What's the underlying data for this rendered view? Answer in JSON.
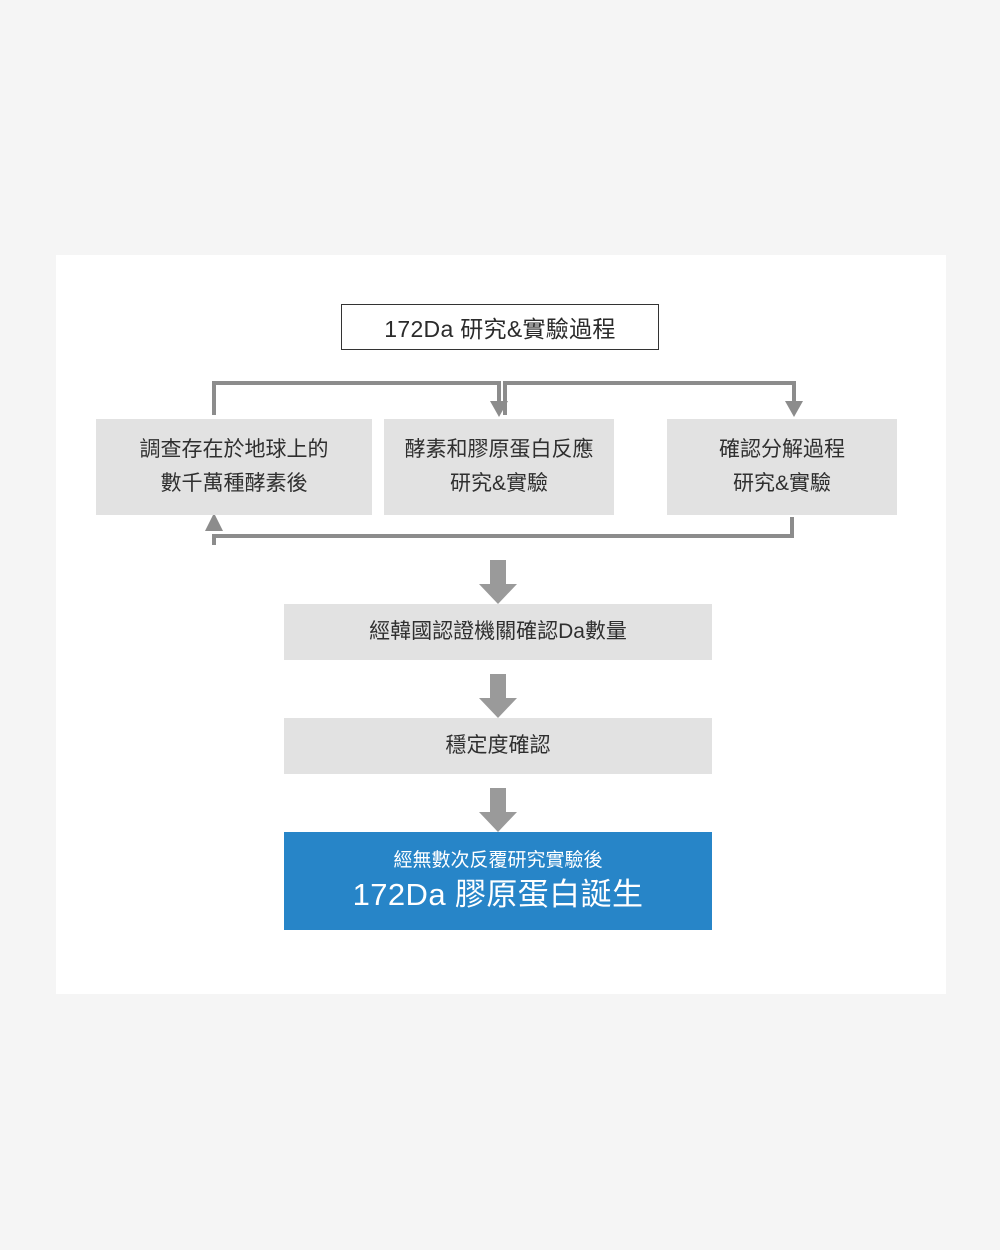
{
  "page": {
    "background_color": "#f5f5f5",
    "card_color": "#ffffff",
    "box_color": "#e2e2e2",
    "accent_color": "#2785c8",
    "connector_color": "#8c8c8c",
    "title_border_color": "#333333"
  },
  "title": {
    "text": "172Da 研究&實驗過程"
  },
  "stage_boxes": [
    {
      "id": "investigate-enzymes",
      "line1": "調查存在於地球上的",
      "line2": "數千萬種酵素後"
    },
    {
      "id": "enzyme-collagen-reaction",
      "line1": "酵素和膠原蛋白反應",
      "line2": "研究&實驗"
    },
    {
      "id": "decomposition-verification",
      "line1": "確認分解過程",
      "line2": "研究&實驗"
    }
  ],
  "sequence_boxes": [
    {
      "id": "korea-certification",
      "line1": "經韓國認證機關確認Da數量"
    },
    {
      "id": "stability-check",
      "line1": "穩定度確認"
    }
  ],
  "result": {
    "id": "final-result",
    "small": "經無數次反覆研究實驗後",
    "big": "172Da 膠原蛋白誕生"
  },
  "connectors": {
    "bracket_left": "title-to-enzyme-reaction",
    "bracket_right": "title-to-decomposition",
    "merge_back": "results-back-to-investigation",
    "arrow_down_1": "to-korea-certification",
    "arrow_down_2": "to-stability-check",
    "arrow_down_3": "to-final-result"
  }
}
